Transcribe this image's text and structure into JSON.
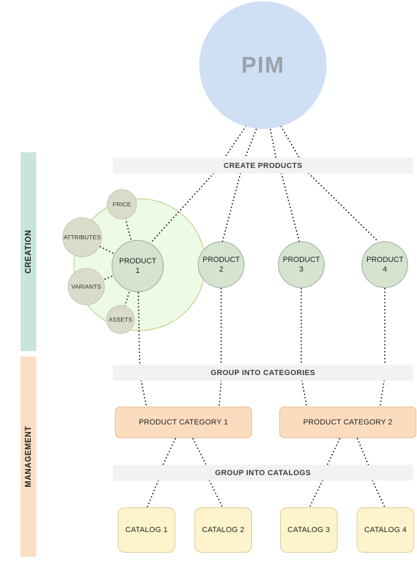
{
  "pim": {
    "label": "PIM"
  },
  "sidebar": {
    "creation": "CREATION",
    "management": "MANAGEMENT"
  },
  "bars": {
    "create_products": "CREATE PRODUCTS",
    "group_into_categories": "GROUP INTO CATEGORIES",
    "group_into_catalogs": "GROUP INTO CATALOGS"
  },
  "products": [
    "PRODUCT 1",
    "PRODUCT 2",
    "PRODUCT 3",
    "PRODUCT 4"
  ],
  "product_details": [
    "PRICE",
    "ATTRIBUTES",
    "VARIANTS",
    "ASSETS"
  ],
  "categories": [
    "PRODUCT CATEGORY 1",
    "PRODUCT CATEGORY 2"
  ],
  "catalogs": [
    "CATALOG 1",
    "CATALOG 2",
    "CATALOG 3",
    "CATALOG 4"
  ],
  "colors": {
    "pim_fill": "#cfe0f5",
    "pim_text": "#9aa1a8",
    "product_fill": "#d5e3cf",
    "product_halo_fill": "#e9f9e2",
    "product_halo_stroke": "#ccd89a",
    "detail_fill": "#d9dcc9",
    "creation_band": "#c9e5da",
    "management_band": "#fbdfc2",
    "category_fill": "#fbdcbf",
    "catalog_fill": "#fdf4cd",
    "step_bar_fill": "#f2f2f2",
    "connector": "#111111"
  }
}
